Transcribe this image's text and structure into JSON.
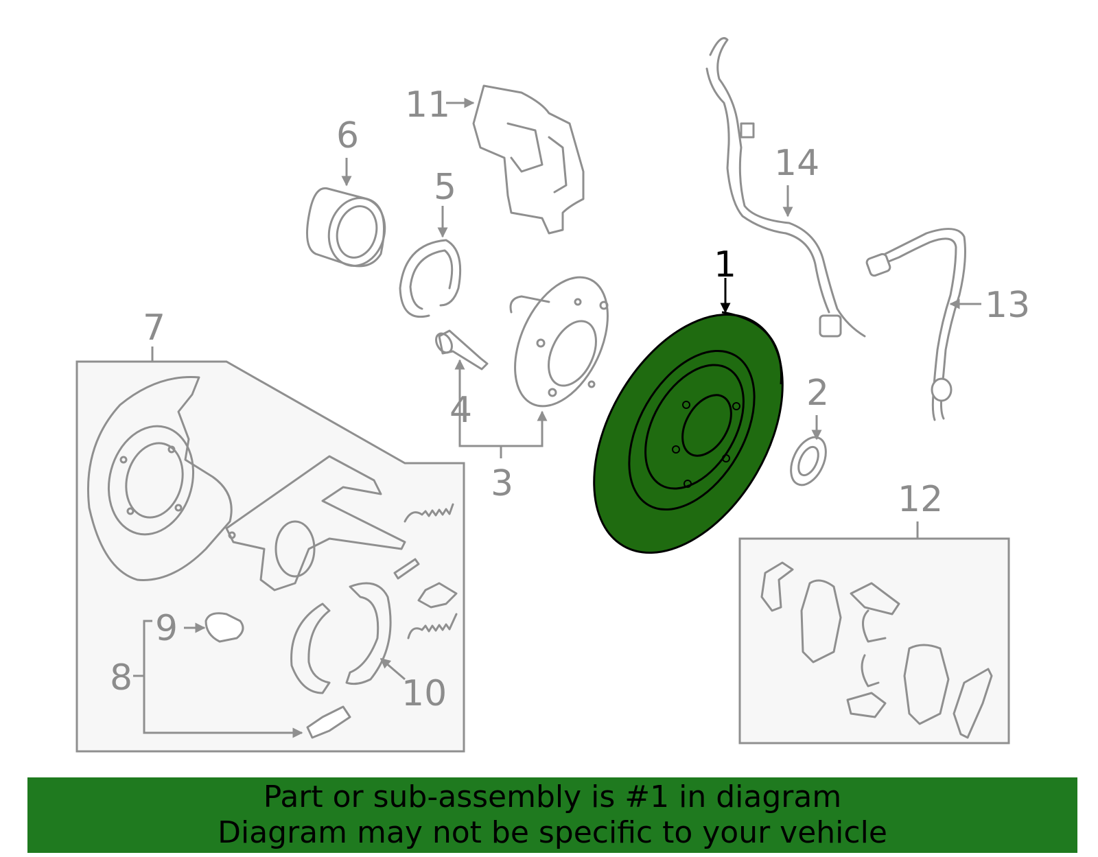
{
  "callouts": {
    "c1": "1",
    "c2": "2",
    "c3": "3",
    "c4": "4",
    "c5": "5",
    "c6": "6",
    "c7": "7",
    "c8": "8",
    "c9": "9",
    "c10": "10",
    "c11": "11",
    "c12": "12",
    "c13": "13",
    "c14": "14"
  },
  "highlight_color": "#1f6b10",
  "banner": {
    "line1": "Part or sub-assembly is #1 in diagram",
    "line2": "Diagram may not be specific to your vehicle",
    "background": "#1f7a1f"
  }
}
